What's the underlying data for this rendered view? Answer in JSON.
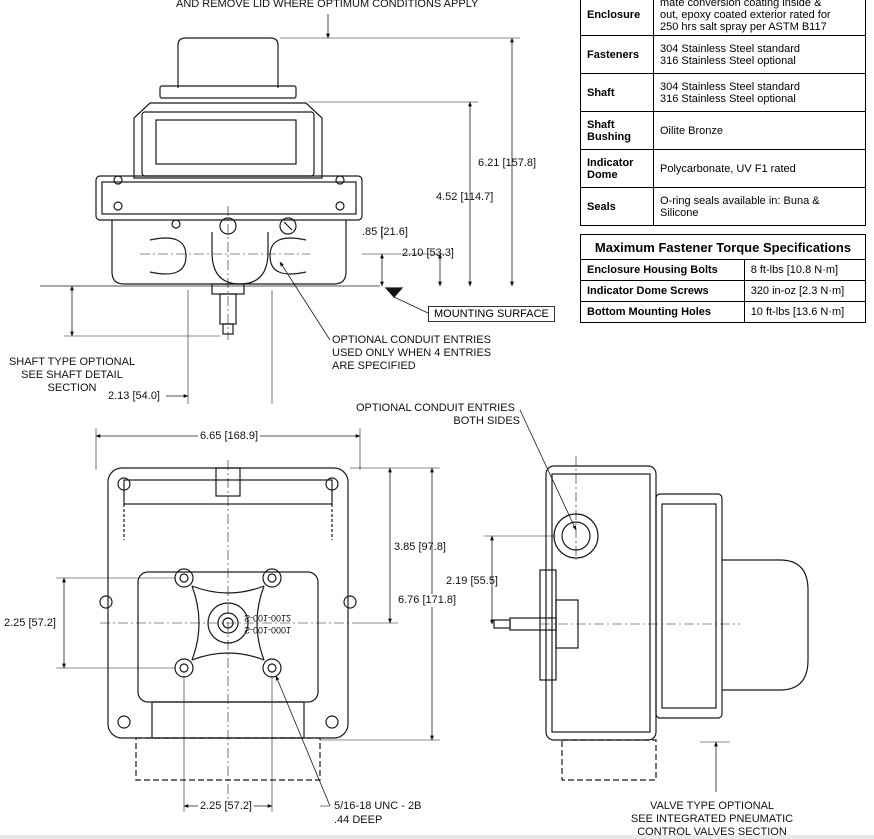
{
  "top_note": "AND REMOVE LID WHERE OPTIMUM CONDITIONS APPLY",
  "dimensions": {
    "height_overall": "6.21 [157.8]",
    "height_to_cover": "4.52 [114.7]",
    "offset_85": ".85 [21.6]",
    "height_210": "2.10 [53.3]",
    "shaft_213": "2.13 [54.0]",
    "width_665": "6.65 [168.9]",
    "height_385": "3.85 [97.8]",
    "height_676": "6.76 [171.8]",
    "hole_225_v": "2.25 [57.2]",
    "hole_225_h": "2.25 [57.2]",
    "side_219": "2.19 [55.5]"
  },
  "callouts": {
    "mounting_surface": "MOUNTING SURFACE",
    "optional_conduit_1": "OPTIONAL CONDUIT ENTRIES",
    "optional_conduit_2": "USED ONLY WHEN 4 ENTRIES",
    "optional_conduit_3": "ARE SPECIFIED",
    "shaft_type_1": "SHAFT TYPE OPTIONAL",
    "shaft_type_2": "SEE SHAFT DETAIL",
    "shaft_type_3": "SECTION",
    "conduit_both_1": "OPTIONAL CONDUIT ENTRIES",
    "conduit_both_2": "BOTH SIDES",
    "thread_1": "5/16-18 UNC - 2B",
    "thread_2": ".44 DEEP",
    "valve_1": "VALVE TYPE OPTIONAL",
    "valve_2": "SEE INTEGRATED PNEUMATIC",
    "valve_3": "CONTROL VALVES SECTION",
    "part_mark_1": "S-001-0012",
    "part_mark_2": "S-001-0001"
  },
  "materials": [
    {
      "key": "Enclosure",
      "lines": [
        "mate conversion coating inside &",
        "out, epoxy coated exterior rated for",
        "250 hrs salt spray per ASTM B117"
      ]
    },
    {
      "key": "Fasteners",
      "lines": [
        "304 Stainless Steel standard",
        "316 Stainless Steel optional"
      ]
    },
    {
      "key": "Shaft",
      "lines": [
        "304 Stainless Steel standard",
        "316 Stainless Steel optional"
      ]
    },
    {
      "key_lines": [
        "Shaft",
        "Bushing"
      ],
      "lines": [
        "Oilite Bronze"
      ]
    },
    {
      "key_lines": [
        "Indicator",
        "Dome"
      ],
      "lines": [
        "Polycarbonate, UV F1 rated"
      ]
    },
    {
      "key": "Seals",
      "lines": [
        "O-ring seals available in: Buna &",
        "Silicone"
      ]
    }
  ],
  "torque": {
    "title": "Maximum Fastener Torque Specifications",
    "rows": [
      {
        "name": "Enclosure Housing Bolts",
        "value": "8 ft-lbs [10.8 N·m]"
      },
      {
        "name": "Indicator Dome Screws",
        "value": "320 in-oz [2.3 N·m]"
      },
      {
        "name": "Bottom Mounting Holes",
        "value": "10 ft-lbs [13.6 N·m]"
      }
    ]
  },
  "colors": {
    "line": "#1a1a1a",
    "background": "#ffffff"
  }
}
